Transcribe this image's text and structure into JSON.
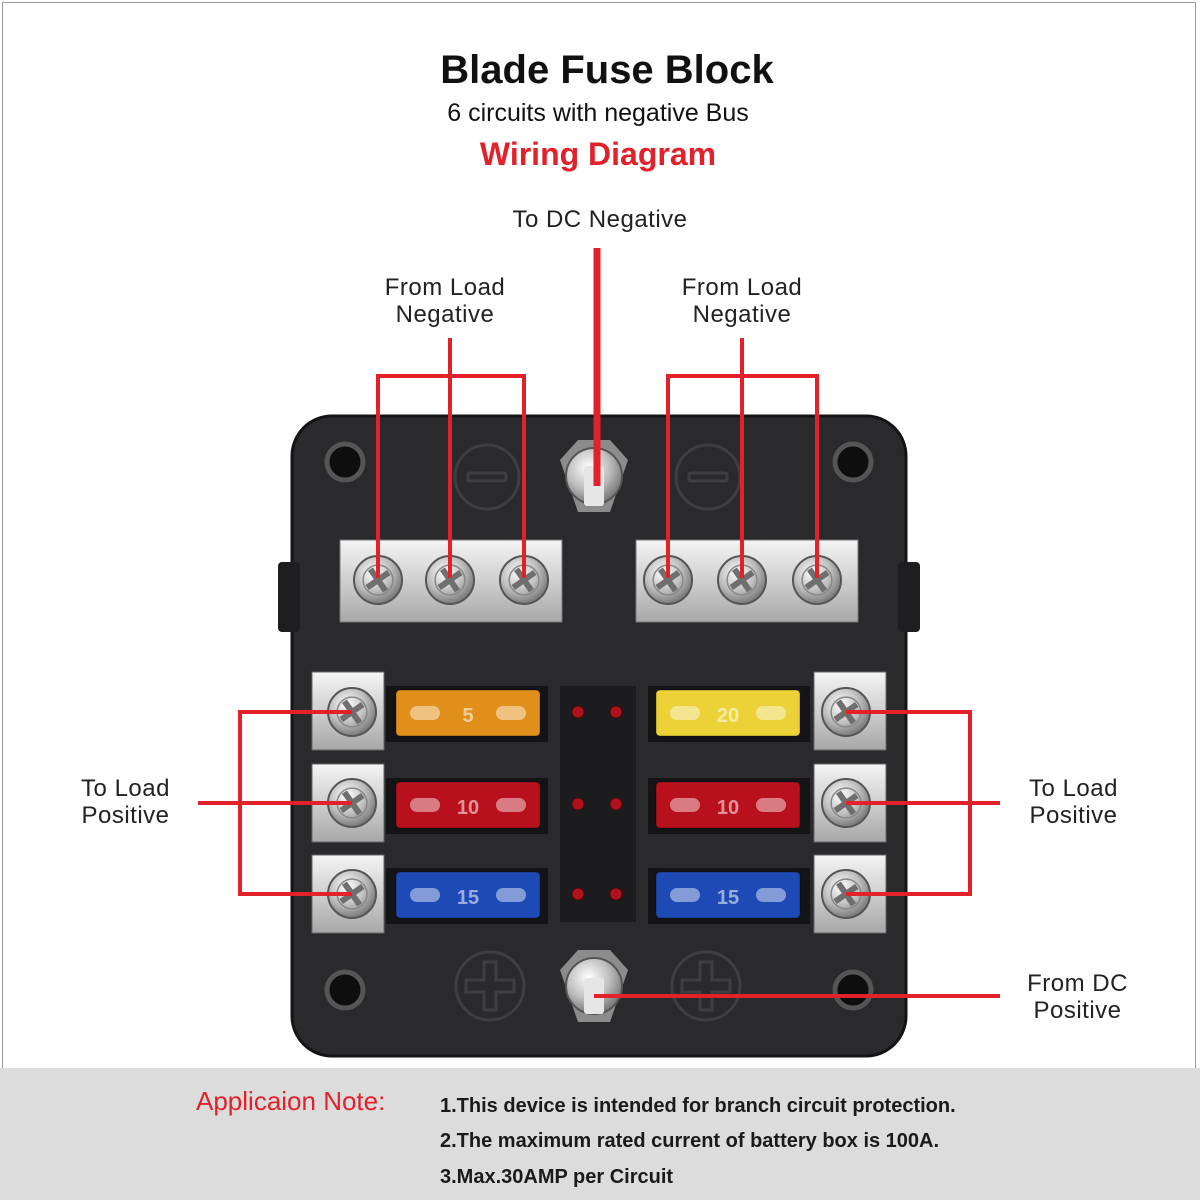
{
  "header": {
    "title": "Blade Fuse Block",
    "subtitle": "6 circuits with negative Bus",
    "diagram_label": "Wiring Diagram"
  },
  "labels": {
    "dc_negative": "To DC Negative",
    "load_negative_left": [
      "From Load",
      "Negative"
    ],
    "load_negative_right": [
      "From Load",
      "Negative"
    ],
    "load_positive_left": [
      "To Load",
      "Positive"
    ],
    "load_positive_right": [
      "To Load",
      "Positive"
    ],
    "dc_positive": [
      "From DC",
      "Positive"
    ]
  },
  "fuses": {
    "left": [
      {
        "color": "#f39a1c",
        "rating": "5"
      },
      {
        "color": "#c8101e",
        "rating": "10"
      },
      {
        "color": "#1f4fc4",
        "rating": "15"
      }
    ],
    "right": [
      {
        "color": "#ffe33a",
        "rating": "20"
      },
      {
        "color": "#c8101e",
        "rating": "10"
      },
      {
        "color": "#1f4fc4",
        "rating": "15"
      }
    ]
  },
  "colors": {
    "wire": "#e3212b",
    "housing": "#2a2a2c",
    "terminal": "#d8d8d8"
  },
  "note": {
    "title": "Applicaion Note:",
    "lines": [
      "1.This device is intended for branch circuit protection.",
      "2.The maximum rated current of battery box is 100A.",
      "3.Max.30AMP per Circuit"
    ]
  }
}
